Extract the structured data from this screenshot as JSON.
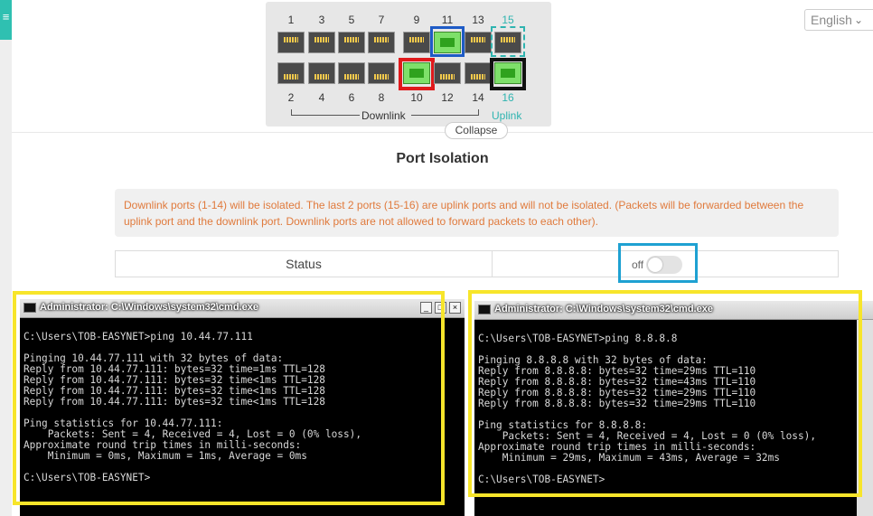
{
  "menu": {
    "icon": "hamburger-icon",
    "glyph": "≡"
  },
  "language": {
    "selected": "English"
  },
  "panel": {
    "top_numbers": [
      "1",
      "3",
      "5",
      "7",
      "9",
      "11",
      "13",
      "15"
    ],
    "bottom_numbers": [
      "2",
      "4",
      "6",
      "8",
      "10",
      "12",
      "14",
      "16"
    ],
    "downlink_label": "Downlink",
    "uplink_label": "Uplink",
    "collapse_label": "Collapse",
    "colors": {
      "active_port": "#7ee06a",
      "inactive_port": "#4a4a4a",
      "uplink_text": "#2fb4b0"
    }
  },
  "page": {
    "title": "Port Isolation",
    "notice": "Downlink ports (1-14) will be isolated. The last 2 ports (15-16) are uplink ports and will not be isolated. (Packets will be forwarded between the uplink port and the downlink port. Downlink ports are not allowed to forward packets to each other).",
    "status_label": "Status",
    "toggle_label": "off",
    "toggle_state": "off"
  },
  "cmd_left": {
    "title": "Administrator: C:\\Windows\\system32\\cmd.exe",
    "lines": [
      "C:\\Users\\TOB-EASYNET>ping 10.44.77.111",
      "",
      "Pinging 10.44.77.111 with 32 bytes of data:",
      "Reply from 10.44.77.111: bytes=32 time=1ms TTL=128",
      "Reply from 10.44.77.111: bytes=32 time<1ms TTL=128",
      "Reply from 10.44.77.111: bytes=32 time<1ms TTL=128",
      "Reply from 10.44.77.111: bytes=32 time<1ms TTL=128",
      "",
      "Ping statistics for 10.44.77.111:",
      "    Packets: Sent = 4, Received = 4, Lost = 0 (0% loss),",
      "Approximate round trip times in milli-seconds:",
      "    Minimum = 0ms, Maximum = 1ms, Average = 0ms",
      "",
      "C:\\Users\\TOB-EASYNET>"
    ]
  },
  "cmd_right": {
    "title": "Administrator: C:\\Windows\\system32\\cmd.exe",
    "lines": [
      "C:\\Users\\TOB-EASYNET>ping 8.8.8.8",
      "",
      "Pinging 8.8.8.8 with 32 bytes of data:",
      "Reply from 8.8.8.8: bytes=32 time=29ms TTL=110",
      "Reply from 8.8.8.8: bytes=32 time=43ms TTL=110",
      "Reply from 8.8.8.8: bytes=32 time=29ms TTL=110",
      "Reply from 8.8.8.8: bytes=32 time=29ms TTL=110",
      "",
      "Ping statistics for 8.8.8.8:",
      "    Packets: Sent = 4, Received = 4, Lost = 0 (0% loss),",
      "Approximate round trip times in milli-seconds:",
      "    Minimum = 29ms, Maximum = 43ms, Average = 32ms",
      "",
      "C:\\Users\\TOB-EASYNET>"
    ]
  },
  "window_buttons": {
    "minimize": "_",
    "maximize": "□",
    "close": "×"
  }
}
